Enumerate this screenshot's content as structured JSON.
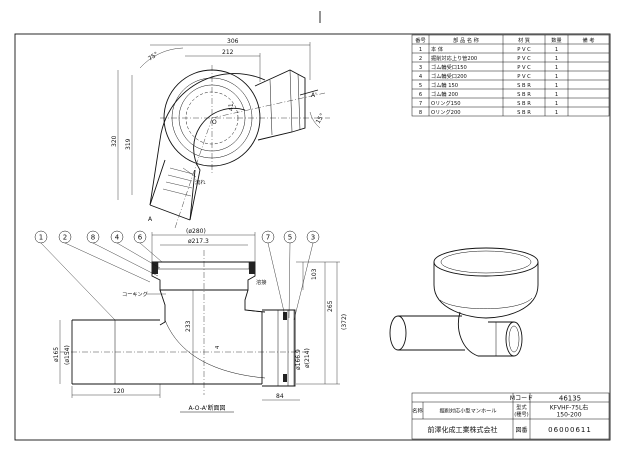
{
  "parts_table": {
    "headers": [
      "番号",
      "部 品 名 称",
      "材 質",
      "数量",
      "備 考"
    ],
    "rows": [
      [
        "1",
        "本 体",
        "P V C",
        "1",
        ""
      ],
      [
        "2",
        "掘削対応上り管200",
        "P V C",
        "1",
        ""
      ],
      [
        "3",
        "ゴム輪受口150",
        "P V C",
        "1",
        ""
      ],
      [
        "4",
        "ゴム輪受口200",
        "P V C",
        "1",
        ""
      ],
      [
        "5",
        "ゴム輪 150",
        "S B R",
        "1",
        ""
      ],
      [
        "6",
        "ゴム輪 200",
        "S B R",
        "1",
        ""
      ],
      [
        "7",
        "Oリング150",
        "S B R",
        "1",
        ""
      ],
      [
        "8",
        "Oリング200",
        "S B R",
        "1",
        ""
      ]
    ]
  },
  "title_block": {
    "m_code_label": "Mコード",
    "m_code_value": "46135",
    "name_label": "名称",
    "name_value": "掘削対応小型マンホール",
    "model_label": "型式",
    "model_label_sub": "(種号)",
    "model_value_1": "KFVHF-75L右",
    "model_value_2": "150-200",
    "company": "前澤化成工業株式会社",
    "drawing_label": "図番",
    "drawing_value": "06000611"
  },
  "top_view": {
    "dim_306": "306",
    "dim_212": "212",
    "dim_320": "320",
    "dim_319": "319",
    "dim_41": "41",
    "angle_75": "75°",
    "angle_15": "15°",
    "label_o": "O",
    "label_a": "A",
    "label_a_prime": "A'",
    "label_flow": "流れ"
  },
  "section_view": {
    "dim_280": "(ø280)",
    "dim_2173": "ø217.3",
    "dim_103": "103",
    "dim_265": "265",
    "dim_372": "(372)",
    "dim_233": "233",
    "dim_4": "4",
    "dim_165": "ø165",
    "dim_154": "(ø154)",
    "dim_1669": "ø166.9",
    "dim_2147": "ø(214)",
    "dim_120": "120",
    "dim_84": "84",
    "label_caulking": "コーキング",
    "label_note": "溶接",
    "caption": "A-O-A'断面図",
    "balloons_left": [
      "1",
      "2",
      "8",
      "4",
      "6"
    ],
    "balloons_right": [
      "7",
      "5",
      "3"
    ]
  }
}
